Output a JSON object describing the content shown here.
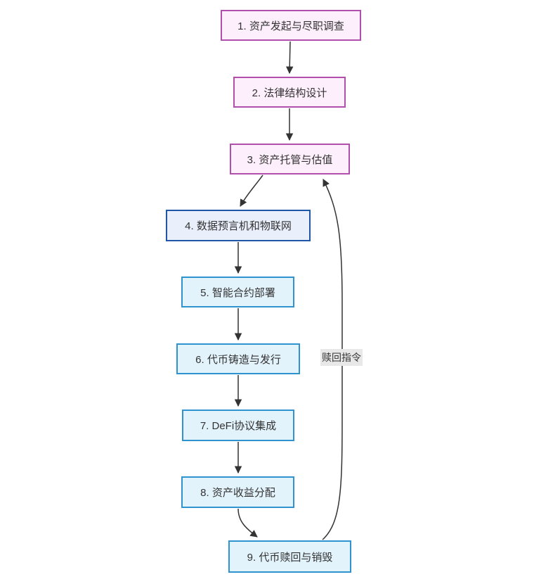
{
  "diagram": {
    "type": "flowchart",
    "direction": "top-down",
    "nodes": [
      {
        "id": "1",
        "label": "1. 资产发起与尽职调查",
        "style": "pink"
      },
      {
        "id": "2",
        "label": "2. 法律结构设计",
        "style": "pink"
      },
      {
        "id": "3",
        "label": "3. 资产托管与估值",
        "style": "pink"
      },
      {
        "id": "4",
        "label": "4. 数据预言机和物联网",
        "style": "blue-dark"
      },
      {
        "id": "5",
        "label": "5. 智能合约部署",
        "style": "blue"
      },
      {
        "id": "6",
        "label": "6. 代币铸造与发行",
        "style": "blue"
      },
      {
        "id": "7",
        "label": "7. DeFi协议集成",
        "style": "blue"
      },
      {
        "id": "8",
        "label": "8. 资产收益分配",
        "style": "blue"
      },
      {
        "id": "9",
        "label": "9. 代币赎回与销毁",
        "style": "blue"
      }
    ],
    "edges": [
      {
        "from": "1",
        "to": "2",
        "label": ""
      },
      {
        "from": "2",
        "to": "3",
        "label": ""
      },
      {
        "from": "3",
        "to": "4",
        "label": ""
      },
      {
        "from": "4",
        "to": "5",
        "label": ""
      },
      {
        "from": "5",
        "to": "6",
        "label": ""
      },
      {
        "from": "6",
        "to": "7",
        "label": ""
      },
      {
        "from": "7",
        "to": "8",
        "label": ""
      },
      {
        "from": "8",
        "to": "9",
        "label": ""
      },
      {
        "from": "9",
        "to": "3",
        "label": "赎回指令"
      }
    ],
    "colors": {
      "pink_border": "#b14fac",
      "pink_fill": "#fdeffb",
      "dark_blue_border": "#1f56a8",
      "dark_blue_fill": "#e9effb",
      "blue_border": "#2e93cf",
      "blue_fill": "#e3f3fc",
      "edge_stroke": "#333333",
      "edge_label_bg": "#e8e8e8",
      "text": "#333333",
      "background": "#ffffff"
    }
  }
}
